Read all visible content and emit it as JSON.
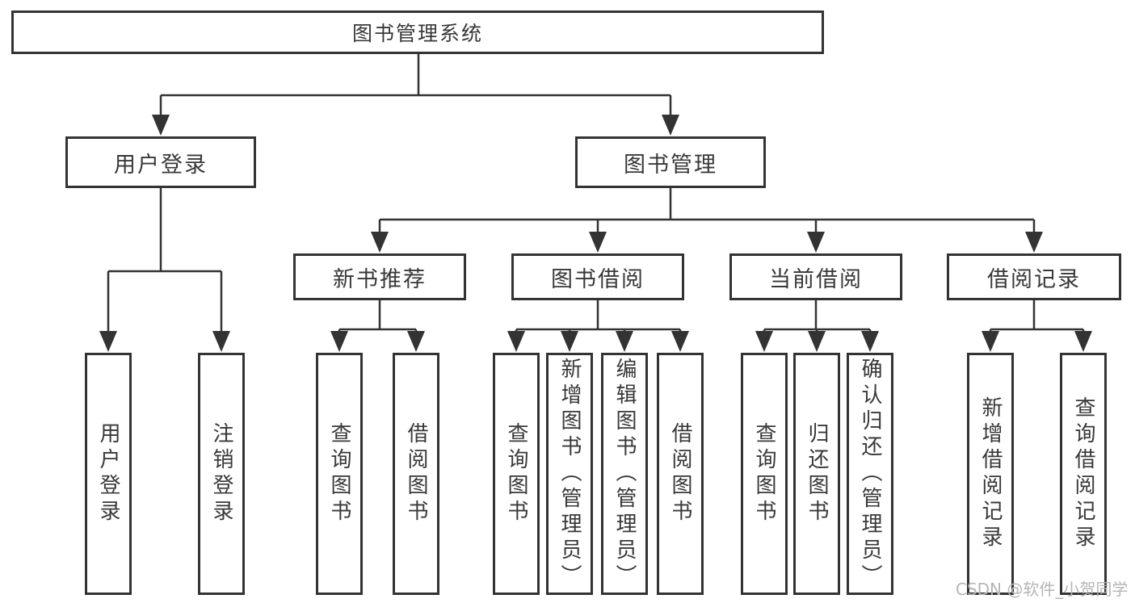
{
  "root": {
    "label": "图书管理系统"
  },
  "branches": [
    {
      "label": "用户登录",
      "leaves": [
        {
          "label": "用户登录"
        },
        {
          "label": "注销登录"
        }
      ]
    },
    {
      "label": "图书管理",
      "sections": [
        {
          "label": "新书推荐",
          "leaves": [
            {
              "label": "查询图书"
            },
            {
              "label": "借阅图书"
            }
          ]
        },
        {
          "label": "图书借阅",
          "leaves": [
            {
              "label": "查询图书"
            },
            {
              "label": "新增图书（管理员）"
            },
            {
              "label": "编辑图书（管理员）"
            },
            {
              "label": "借阅图书"
            }
          ]
        },
        {
          "label": "当前借阅",
          "leaves": [
            {
              "label": "查询图书"
            },
            {
              "label": "归还图书"
            },
            {
              "label": "确认归还（管理员）"
            }
          ]
        },
        {
          "label": "借阅记录",
          "leaves": [
            {
              "label": "新增借阅记录"
            },
            {
              "label": "查询借阅记录"
            }
          ]
        }
      ]
    }
  ],
  "watermark": {
    "text": "CSDN @软件_小贺同学"
  },
  "colors": {
    "line": "#333333",
    "box_border": "#333333",
    "text": "#383838",
    "watermark": "#b5b5b5",
    "background": "#ffffff"
  }
}
